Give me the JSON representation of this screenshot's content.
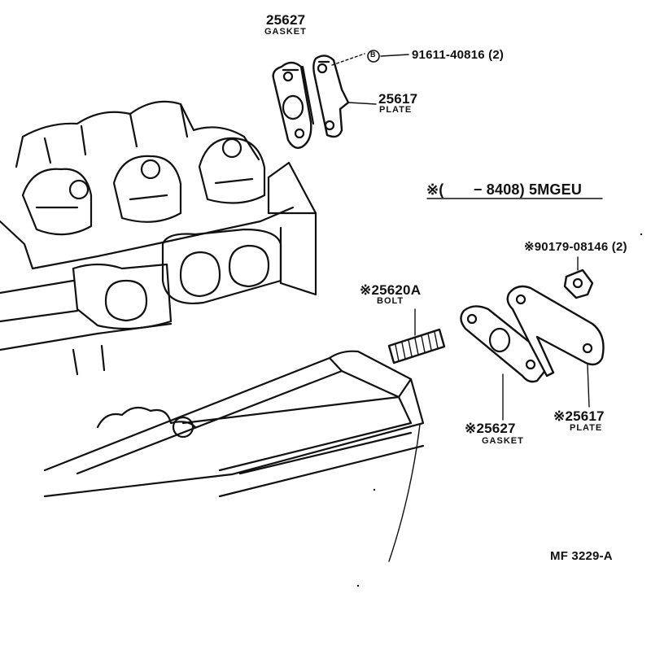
{
  "labels": {
    "top_gasket_number": "25627",
    "top_gasket_name": "GASKET",
    "bolt_marker": "B",
    "top_bolt_number": "91611-40816 (2)",
    "top_plate_number": "25617",
    "top_plate_name": "PLATE",
    "applicability_note": "※(　　− 8408) 5MGEU",
    "nut_number": "※90179-08146 (2)",
    "stud_bolt_number": "※25620A",
    "stud_bolt_name": "BOLT",
    "lower_gasket_number": "※25627",
    "lower_gasket_name": "GASKET",
    "lower_plate_number": "※25617",
    "lower_plate_name": "PLATE",
    "figure_code": "MF  3229-A"
  }
}
